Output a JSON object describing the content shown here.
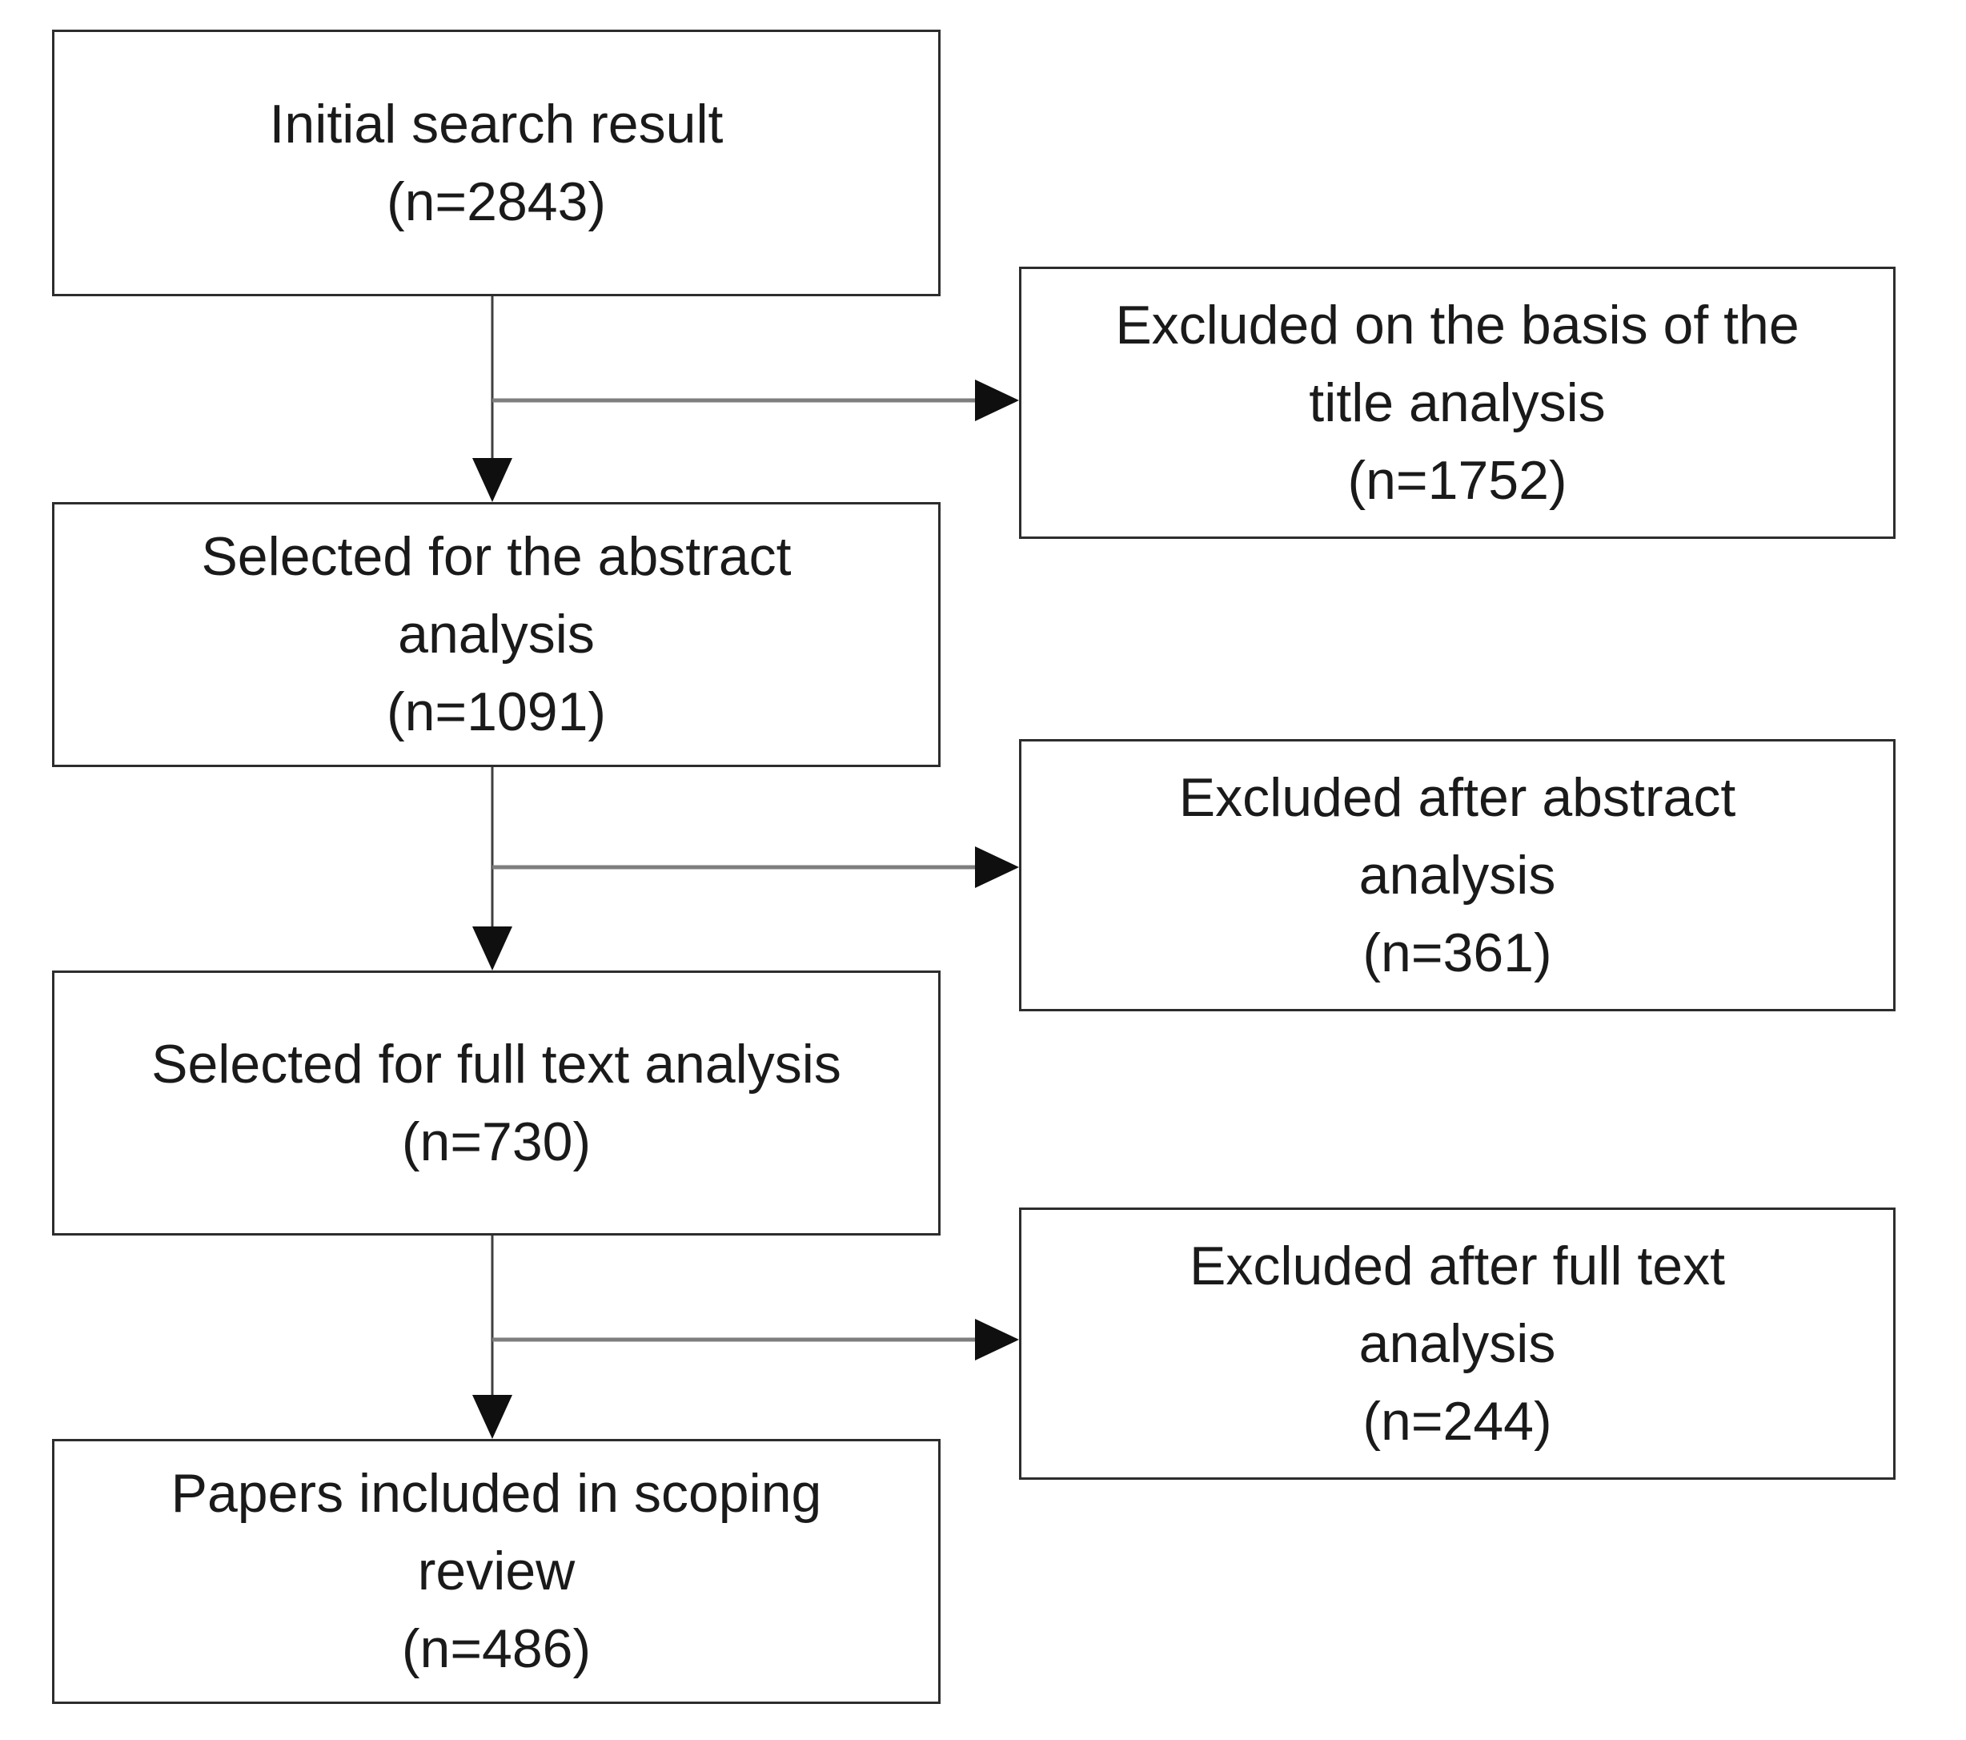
{
  "flowchart": {
    "boxes": {
      "initial_search": {
        "lines": [
          "Initial search result",
          "(n=2843)"
        ],
        "label": "Initial search result",
        "n": 2843
      },
      "excluded_title": {
        "lines": [
          "Excluded on the basis of the",
          "title analysis",
          "(n=1752)"
        ],
        "label": "Excluded on the basis of the title analysis",
        "n": 1752
      },
      "abstract_analysis": {
        "lines": [
          "Selected for the abstract",
          "analysis",
          "(n=1091)"
        ],
        "label": "Selected for the abstract analysis",
        "n": 1091
      },
      "excluded_abstract": {
        "lines": [
          "Excluded after abstract",
          "analysis",
          "(n=361)"
        ],
        "label": "Excluded after abstract analysis",
        "n": 361
      },
      "full_text_analysis": {
        "lines": [
          "Selected for full text analysis",
          "(n=730)"
        ],
        "label": "Selected for full text analysis",
        "n": 730
      },
      "excluded_full_text": {
        "lines": [
          "Excluded after full text",
          "analysis",
          "(n=244)"
        ],
        "label": "Excluded after full text analysis",
        "n": 244
      },
      "included_review": {
        "lines": [
          "Papers included in scoping",
          "review",
          "(n=486)"
        ],
        "label": "Papers included in scoping review",
        "n": 486
      }
    },
    "edges": [
      {
        "from": "initial_search",
        "to": "abstract_analysis",
        "direction": "down"
      },
      {
        "from": "initial_search",
        "to": "excluded_title",
        "direction": "right"
      },
      {
        "from": "abstract_analysis",
        "to": "full_text_analysis",
        "direction": "down"
      },
      {
        "from": "abstract_analysis",
        "to": "excluded_abstract",
        "direction": "right"
      },
      {
        "from": "full_text_analysis",
        "to": "included_review",
        "direction": "down"
      },
      {
        "from": "full_text_analysis",
        "to": "excluded_full_text",
        "direction": "right"
      }
    ],
    "colors": {
      "background": "#ffffff",
      "box_border": "#2d2d2d",
      "text": "#1a1a1a",
      "arrow_shaft_vertical": "#3f3f3f",
      "arrow_shaft_horizontal": "#7e7e7e",
      "arrow_head": "#0f0f0f"
    }
  }
}
